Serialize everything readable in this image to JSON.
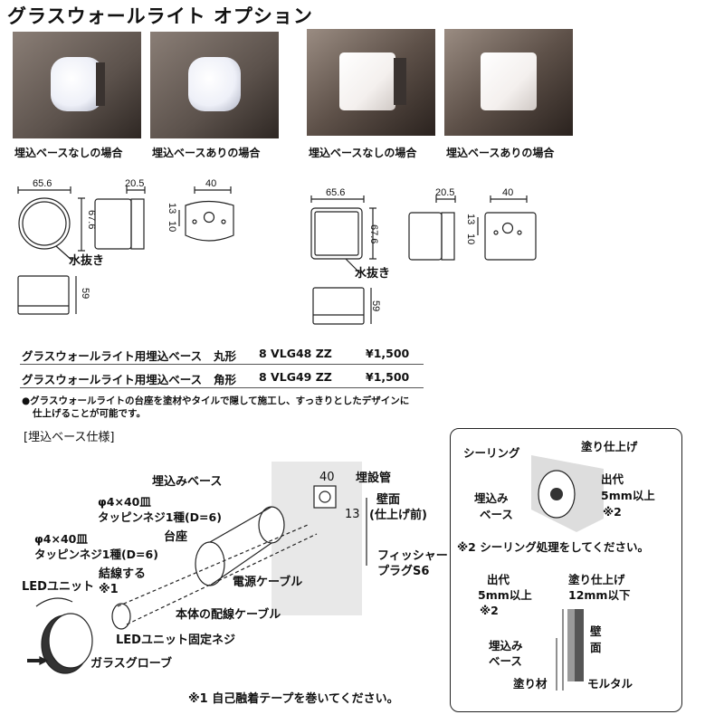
{
  "title": "グラスウォールライト オプション",
  "photos": {
    "captions": [
      "埋込ベースなしの場合",
      "埋込ベースありの場合",
      "埋込ベースなしの場合",
      "埋込ベースありの場合"
    ]
  },
  "dims_round": {
    "w": "65.6",
    "d": "20.5",
    "base_w": "40",
    "h": "67.6",
    "h2": "13",
    "h3": "10",
    "body_h": "59",
    "drain": "水抜き"
  },
  "dims_square": {
    "w": "65.6",
    "d": "20.5",
    "base_w": "40",
    "h": "67.6",
    "h2": "13",
    "h3": "10",
    "body_h": "59",
    "drain": "水抜き"
  },
  "products": [
    {
      "name": "グラスウォールライト用埋込ベース",
      "shape": "丸形",
      "code": "8 VLG48 ZZ",
      "price": "¥1,500"
    },
    {
      "name": "グラスウォールライト用埋込ベース",
      "shape": "角形",
      "code": "8 VLG49 ZZ",
      "price": "¥1,500"
    }
  ],
  "note": {
    "line1": "●グラスウォールライトの台座を塗材やタイルで隠して施工し、すっきりとしたデザインに",
    "line2": "仕上げることが可能です。"
  },
  "spec": {
    "heading": "[埋込ベース仕様]",
    "embed_base": "埋込みベース",
    "screw1_a": "φ4×40皿",
    "screw1_b": "タッピンネジ1種(D=6)",
    "screw2_a": "φ4×40皿",
    "screw2_b": "タッピンネジ1種(D=6)",
    "pedestal": "台座",
    "bind_a": "結線する",
    "bind_b": "※1",
    "led_unit": "LEDユニット",
    "power_cable": "電源ケーブル",
    "wiring_cable": "本体の配線ケーブル",
    "led_screw": "LEDユニット固定ネジ",
    "glass_globe": "ガラスグローブ",
    "conduit": "埋設管",
    "dim40": "40",
    "dim13": "13",
    "wall_a": "壁面",
    "wall_b": "(仕上げ前)",
    "plug_a": "フィッシャー",
    "plug_b": "プラグS6",
    "footnote1": "※1 自己融着テープを巻いてください。"
  },
  "box": {
    "sealing": "シーリング",
    "finish": "塗り仕上げ",
    "protrude_a": "出代",
    "protrude_b": "5mm以上",
    "protrude_c": "※2",
    "embed_a": "埋込み",
    "embed_b": "ベース",
    "note2": "※2 シーリング処理をしてください。",
    "s_protrude_a": "出代",
    "s_protrude_b": "5mm以上",
    "s_protrude_c": "※2",
    "s_finish_a": "塗り仕上げ",
    "s_finish_b": "12mm以下",
    "s_wall_a": "壁",
    "s_wall_b": "面",
    "s_embed_a": "埋込み",
    "s_embed_b": "ベース",
    "s_coat": "塗り材",
    "s_mortar": "モルタル"
  }
}
